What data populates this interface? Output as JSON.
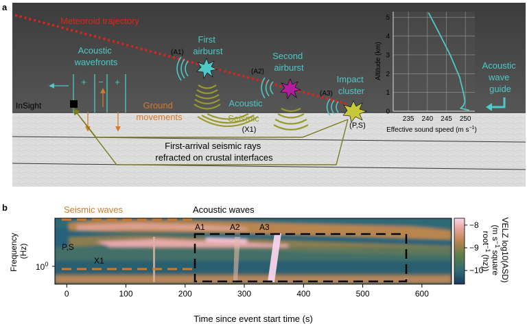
{
  "panel_a": {
    "label": "a",
    "trajectory_label": "Meteoroid trajectory",
    "first_airburst": [
      "First",
      "airburst"
    ],
    "second_airburst": [
      "Second",
      "airburst"
    ],
    "impact_cluster": [
      "Impact",
      "cluster"
    ],
    "acoustic_wavefronts": [
      "Acoustic",
      "wavefronts"
    ],
    "ground_movements": [
      "Ground",
      "movements"
    ],
    "acoustic": "Acoustic",
    "seismic": "Seismic",
    "x1": "(X1)",
    "a1": "(A1)",
    "a2": "(A2)",
    "a3": "(A3)",
    "ps": "(P,S)",
    "insight": "InSight",
    "first_arrival": [
      "First-arrival seismic rays",
      "refracted on crustal interfaces"
    ],
    "wave_guide": [
      "Acoustic",
      "wave",
      "guide"
    ],
    "plus": "+",
    "minus": "−",
    "inset": {
      "ylabel": "Altitude (km)",
      "xlabel": "Effective sound speed (m s",
      "xlabel_sup": "−1",
      "xlabel_end": ")",
      "xticks": [
        "235",
        "240",
        "245",
        "250"
      ],
      "yticks": [
        "0",
        "1",
        "2",
        "3",
        "4",
        "5"
      ],
      "profile_speed": [
        240.3,
        243,
        246,
        248.5,
        249.6,
        249.9,
        249.5,
        248.8,
        251
      ],
      "profile_alt": [
        5.25,
        4.2,
        3.0,
        1.8,
        0.9,
        0.5,
        0.3,
        0.15,
        0.05
      ]
    },
    "colors": {
      "trajectory": "#e2231a",
      "acoustic": "#4fc8c8",
      "seismic": "#9a9a2a",
      "ground": "#d27a2a",
      "sky": "#4a4a4a"
    }
  },
  "panel_b": {
    "label": "b",
    "seismic_waves": "Seismic waves",
    "acoustic_waves": "Acoustic waves",
    "a1": "A1",
    "a2": "A2",
    "a3": "A3",
    "ps": "P,S",
    "x1": "X1",
    "ylabel": [
      "Frequency",
      "(Hz)"
    ],
    "ytick_main": "10",
    "ytick_sup": "0",
    "xlabel": "Time since event start time (s)",
    "xticks": [
      "0",
      "100",
      "200",
      "300",
      "400",
      "500",
      "600"
    ],
    "cbar_ticks": [
      "−8",
      "−9",
      "−10"
    ],
    "cbar_label": [
      "VELZ log10(ASD)",
      "(m s",
      "−1",
      " square",
      "root",
      "−1",
      " (hz))"
    ]
  },
  "chart_data": {
    "type": "heatmap",
    "xlabel": "Time since event start time (s)",
    "ylabel": "Frequency (Hz)",
    "xlim": [
      -20,
      650
    ],
    "xticks": [
      0,
      100,
      200,
      300,
      400,
      500,
      600
    ],
    "yscale": "log",
    "colorbar_label": "VELZ log10(ASD) (m s−1 square root−1 (hz))",
    "colorbar_ticks": [
      -8,
      -9,
      -10
    ],
    "colorbar_range": [
      -10.6,
      -7.7
    ],
    "annotations": [
      {
        "label": "A1",
        "time": 225
      },
      {
        "label": "A2",
        "time": 295
      },
      {
        "label": "A3",
        "time": 350
      }
    ]
  }
}
